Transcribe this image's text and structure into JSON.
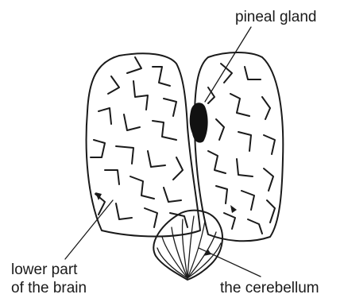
{
  "labels": {
    "pineal": "pineal gland",
    "lower_part_line1": "lower part",
    "lower_part_line2": "of the brain",
    "cerebellum": "the cerebellum"
  },
  "colors": {
    "ink": "#1a1a1a",
    "pineal_fill": "#111111",
    "background": "#ffffff"
  }
}
